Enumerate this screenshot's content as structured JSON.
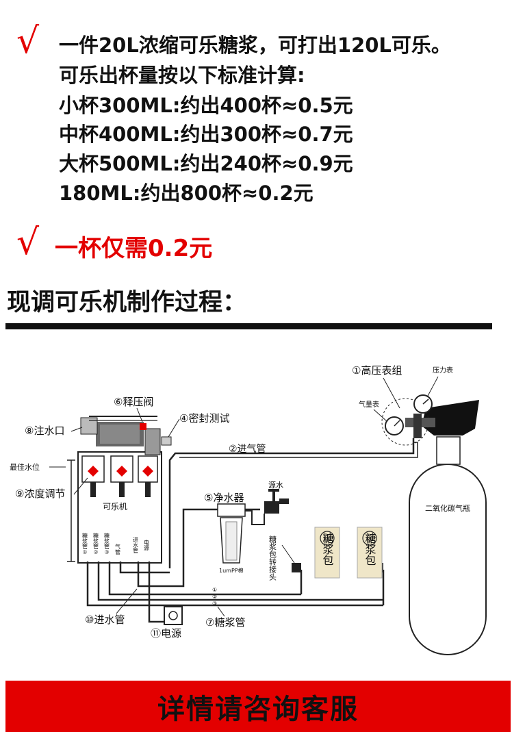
{
  "checkmark": "√",
  "info_lines": [
    "一件20L浓缩可乐糖浆，可打出120L可乐。",
    "可乐出杯量按以下标准计算:",
    "小杯300ML:约出400杯≈0.5元",
    "中杯400ML:约出300杯≈0.7元",
    "大杯500ML:约出240杯≈0.9元",
    "180ML:约出800杯≈0.2元"
  ],
  "highlight": "一杯仅需0.2元",
  "section_title": "现调可乐机制作过程：",
  "diagram": {
    "labels": {
      "high_pressure_gauge": "①高压表组",
      "pressure_meter": "压力表",
      "gas_meter": "气量表",
      "gas_inlet_pipe": "②进气管",
      "syrup_bag_a": "③",
      "syrup_bag_a_text": "糖浆包",
      "syrup_bag_b": "③",
      "syrup_bag_b_text": "糖浆包",
      "seal_test": "④密封测试",
      "water_purifier": "⑤净水器",
      "relief_valve": "⑥释压阀",
      "syrup_pipe": "⑦糖浆管",
      "water_inlet_port": "⑧注水口",
      "concentration_adjust": "⑨浓度调节",
      "water_inlet_pipe": "⑩进水管",
      "power_supply": "⑪电源",
      "best_water_level": "最佳水位",
      "cola_machine": "可乐机",
      "source_water": "源水",
      "syrup_adapter": "糖浆包转接头",
      "filter_label": "1umPP棉",
      "co2_cylinder": "二氧化碳气瓶",
      "port_syrup1": "糖浆管①",
      "port_syrup2": "糖浆管②",
      "port_syrup3": "糖浆管③",
      "port_gas": "气管",
      "port_water": "进水管",
      "port_power": "电源",
      "pipe_marks": [
        "①",
        "②",
        "③"
      ]
    }
  },
  "footer_text": "详情请咨询客服",
  "colors": {
    "accent": "#e30000",
    "text": "#111111"
  }
}
